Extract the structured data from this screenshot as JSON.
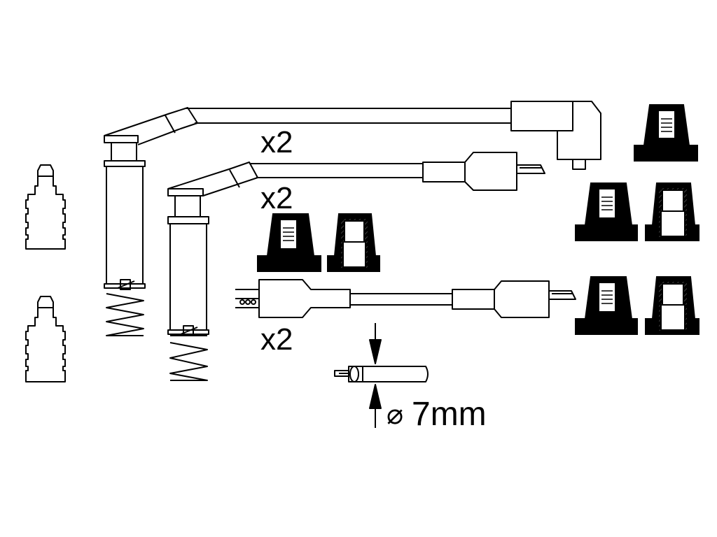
{
  "labels": {
    "qty_top": "x2",
    "qty_middle": "x2",
    "qty_bottom": "x2",
    "diameter_symbol": "⌀",
    "diameter_value": "7mm"
  },
  "colors": {
    "ink": "#000000",
    "paper": "#ffffff",
    "hatch": "#555555"
  }
}
